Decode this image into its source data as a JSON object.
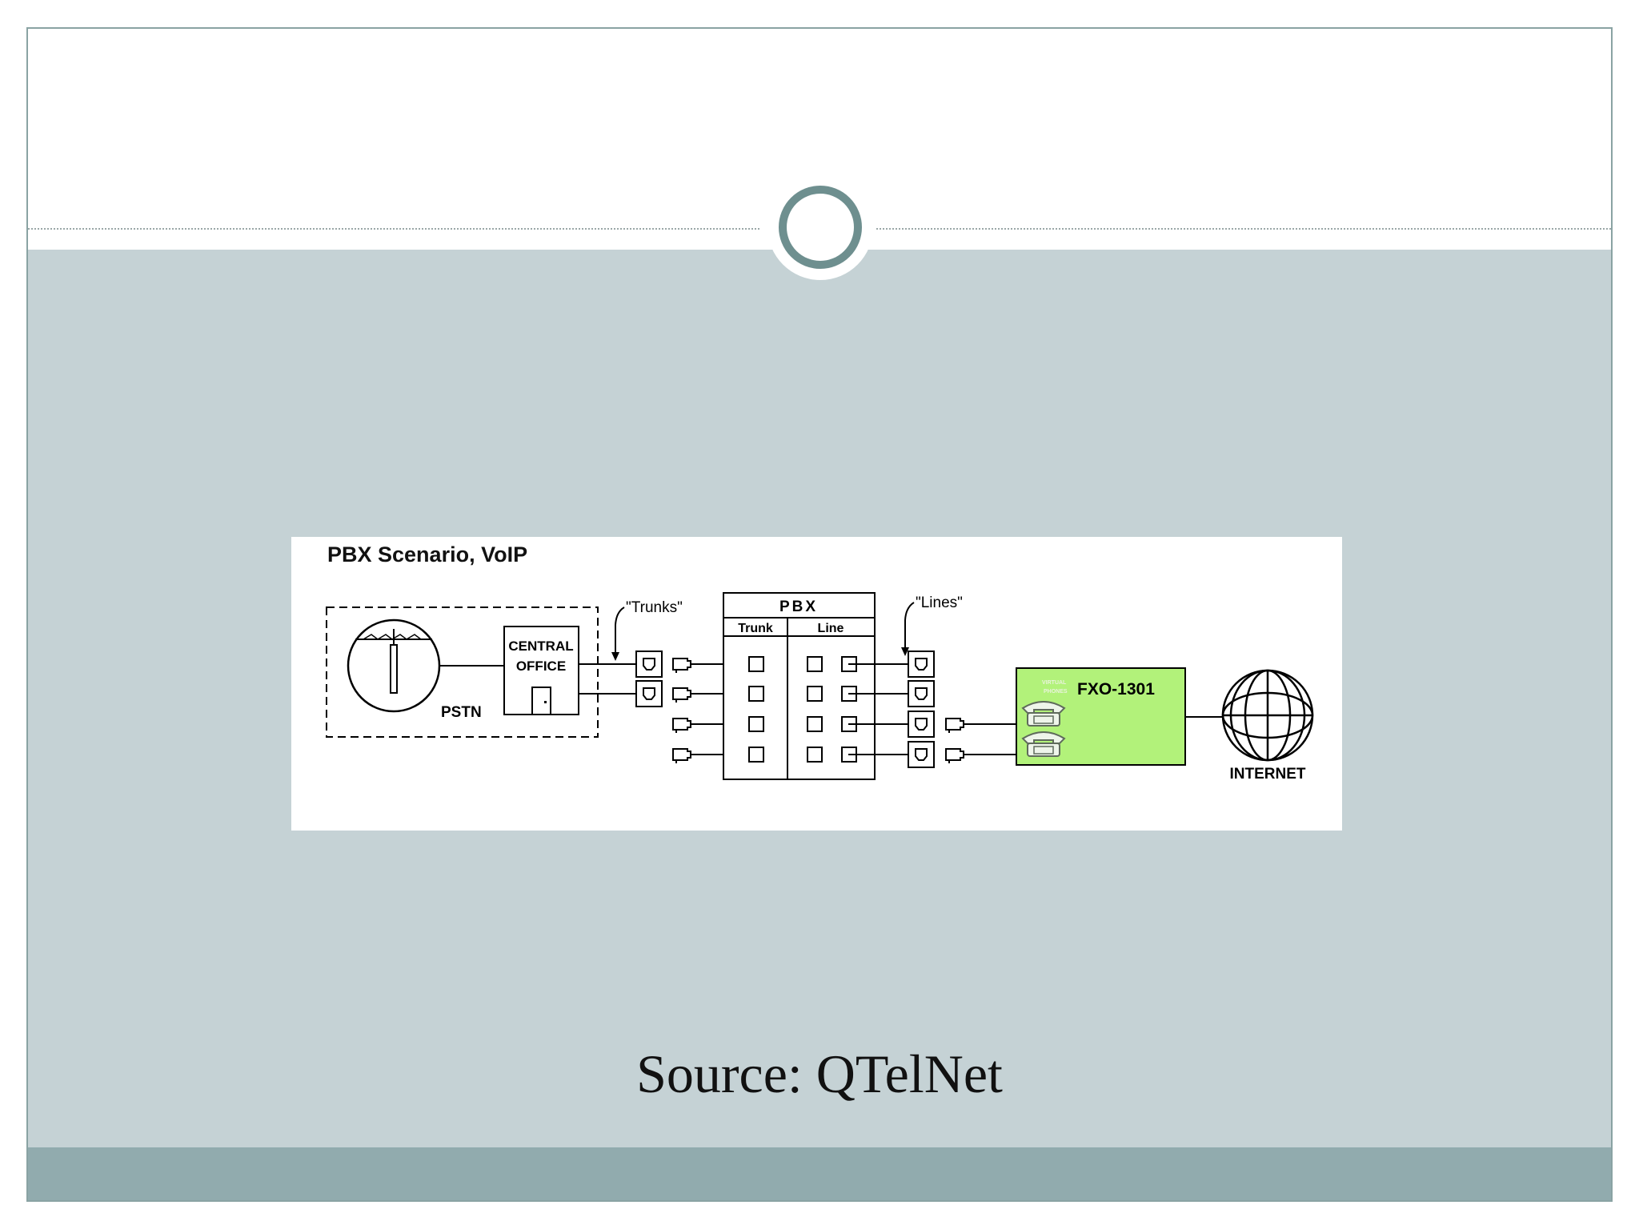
{
  "slide": {
    "caption": "Source: QTelNet",
    "colors": {
      "content_bg": "#c5d2d5",
      "footer_bg": "#91abae",
      "ring": "#6e8f8f",
      "frame": "#8aa3a3",
      "fxo_fill": "#b2f27a"
    }
  },
  "diagram": {
    "title": "PBX Scenario, VoIP",
    "pstn": {
      "label": "PSTN"
    },
    "central_office": {
      "line1": "CENTRAL",
      "line2": "OFFICE"
    },
    "trunks_label": "\"Trunks\"",
    "lines_label": "\"Lines\"",
    "pbx": {
      "title": "PBX",
      "trunk_header": "Trunk",
      "line_header": "Line"
    },
    "fxo": {
      "label": "FXO-1301",
      "phones_caption_1": "VIRTUAL",
      "phones_caption_2": "PHONES"
    },
    "internet": {
      "label": "INTERNET"
    }
  }
}
